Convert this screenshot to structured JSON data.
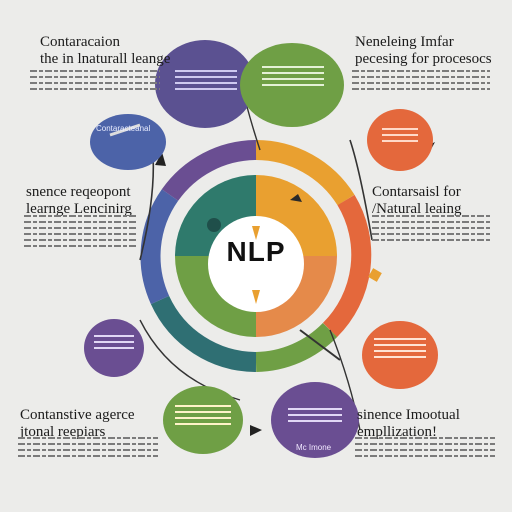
{
  "center": {
    "label": "NLP"
  },
  "headings": {
    "top_left": [
      "Contaracaion",
      "the in lnaturall leange"
    ],
    "top_right": [
      "Neneleing Imfar",
      "pecesing for procesocs"
    ],
    "mid_left": [
      "snence reqeopont",
      "learnge Lencinirg"
    ],
    "mid_right": [
      "Contarsaisl for",
      "/Natural leaing"
    ],
    "bottom_left": [
      "Contanstive agerce",
      "jtonal reepiars"
    ],
    "bottom_right": [
      "sinence Imootual",
      "empllization!"
    ]
  },
  "bubbles": {
    "mid_left": "Contaracteanal",
    "bottom_right": "Mc Imone"
  },
  "colors": {
    "background": "#ececea",
    "purple": "#5b5191",
    "green": "#6f9f45",
    "orange": "#e4683c",
    "teal": "#2f6f73",
    "amber": "#e9a030",
    "blue": "#4c63a8",
    "dark_purple": "#6a4e92"
  }
}
